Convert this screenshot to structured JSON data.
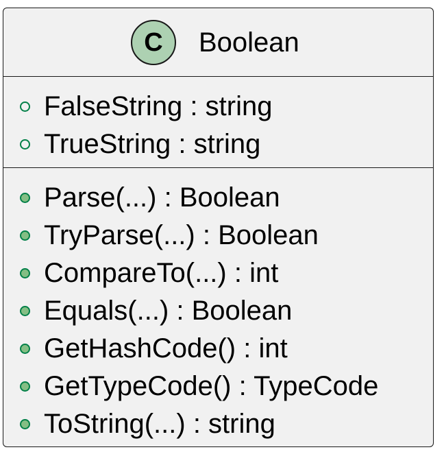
{
  "diagram": {
    "class": {
      "stereotype_letter": "C",
      "name": "Boolean",
      "fields": [
        {
          "text": "FalseString : string"
        },
        {
          "text": "TrueString : string"
        }
      ],
      "methods": [
        {
          "text": "Parse(...) : Boolean"
        },
        {
          "text": "TryParse(...) : Boolean"
        },
        {
          "text": "CompareTo(...) : int"
        },
        {
          "text": "Equals(...) : Boolean"
        },
        {
          "text": "GetHashCode() : int"
        },
        {
          "text": "GetTypeCode() : TypeCode"
        },
        {
          "text": "ToString(...) : string"
        }
      ]
    },
    "colors": {
      "box_fill": "#f1f1f1",
      "box_border": "#181818",
      "stereotype_circle_fill": "#add1b2",
      "public_visibility_icon": "#038048",
      "method_icon_fill": "#84be84"
    }
  }
}
